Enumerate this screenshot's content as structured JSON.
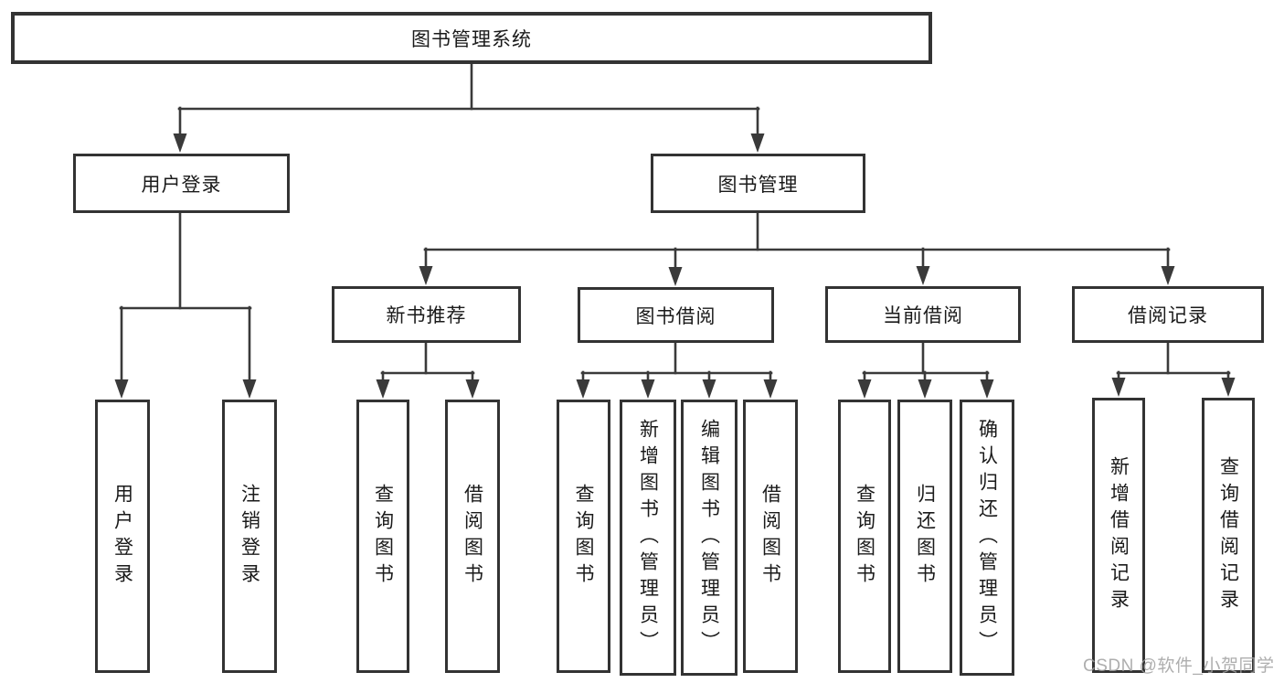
{
  "diagram": {
    "root": {
      "label": "图书管理系统"
    },
    "level2": [
      {
        "label": "用户登录"
      },
      {
        "label": "图书管理"
      }
    ],
    "level3": [
      {
        "label": "新书推荐"
      },
      {
        "label": "图书借阅"
      },
      {
        "label": "当前借阅"
      },
      {
        "label": "借阅记录"
      }
    ],
    "leaves": {
      "user_login": [
        {
          "label": "用户登录"
        },
        {
          "label": "注销登录"
        }
      ],
      "new_books": [
        {
          "label": "查询图书"
        },
        {
          "label": "借阅图书"
        }
      ],
      "book_borrow": [
        {
          "label": "查询图书"
        },
        {
          "label": "新增图书（管理员）"
        },
        {
          "label": "编辑图书（管理员）"
        },
        {
          "label": "借阅图书"
        }
      ],
      "current_borrow": [
        {
          "label": "查询图书"
        },
        {
          "label": "归还图书"
        },
        {
          "label": "确认归还（管理员）"
        }
      ],
      "borrow_records": [
        {
          "label": "新增借阅记录"
        },
        {
          "label": "查询借阅记录"
        }
      ]
    },
    "watermark": "CSDN @软件_小贺同学",
    "colors": {
      "line": "#3a3a3a",
      "border": "#333333",
      "text": "#1a1a1a",
      "watermark": "#a0a0a0"
    }
  }
}
